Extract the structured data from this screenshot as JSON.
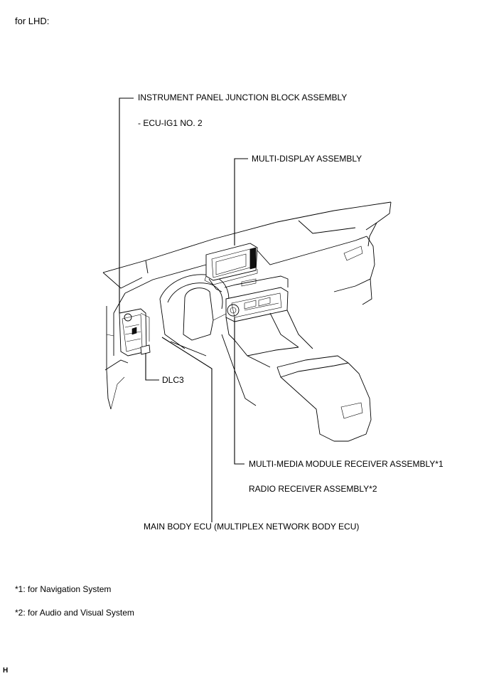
{
  "header": {
    "variant_label": "for LHD:"
  },
  "callouts": {
    "ip_junction_block": "INSTRUMENT PANEL JUNCTION BLOCK ASSEMBLY",
    "ecu_ig1": "- ECU-IG1 NO. 2",
    "multi_display": "MULTI-DISPLAY ASSEMBLY",
    "dlc3": "DLC3",
    "multimedia_receiver": "MULTI-MEDIA MODULE RECEIVER ASSEMBLY*1",
    "radio_receiver": "RADIO RECEIVER ASSEMBLY*2",
    "main_body_ecu": "MAIN BODY ECU (MULTIPLEX NETWORK BODY ECU)"
  },
  "footnotes": {
    "note1": "*1: for Navigation System",
    "note2": "*2: for Audio and Visual System"
  },
  "corner_mark": "H"
}
